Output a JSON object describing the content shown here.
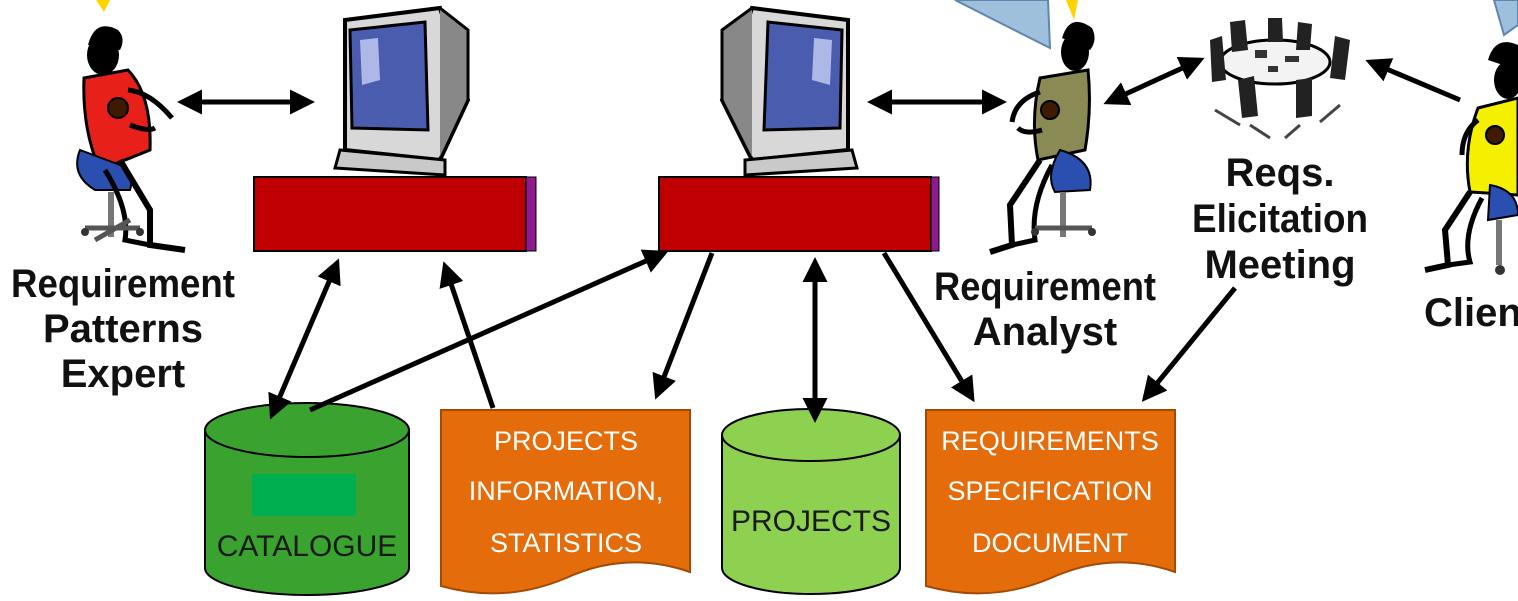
{
  "actors": {
    "patterns_expert": {
      "lines": [
        "Requirement",
        "Patterns",
        "Expert"
      ],
      "shirt_color": "#e8201a"
    },
    "analyst": {
      "lines": [
        "Requirement",
        "Analyst"
      ],
      "shirt_color": "#8a8a55"
    },
    "client": {
      "lines": [
        "Client"
      ],
      "shirt_color": "#f4f000"
    }
  },
  "meeting": {
    "lines": [
      "Reqs.",
      "Elicitation",
      "Meeting"
    ]
  },
  "stores": {
    "catalogue": {
      "label": "CATALOGUE",
      "color": "#3aa22e"
    },
    "projects_info": {
      "lines": [
        "PROJECTS",
        "INFORMATION,",
        "STATISTICS"
      ],
      "color": "#e46c0a"
    },
    "projects": {
      "label": "PROJECTS",
      "color": "#8ed04f"
    },
    "req_spec": {
      "lines": [
        "REQUIREMENTS",
        "SPECIFICATION",
        "DOCUMENT"
      ],
      "color": "#e46c0a"
    }
  },
  "colors": {
    "tool_bar": "#c00000",
    "tool_bar_edge": "#8e1a8e",
    "callout": "#9fc0dc",
    "chair": "#2a4fb0",
    "catalogue_inner": "#00b050"
  }
}
